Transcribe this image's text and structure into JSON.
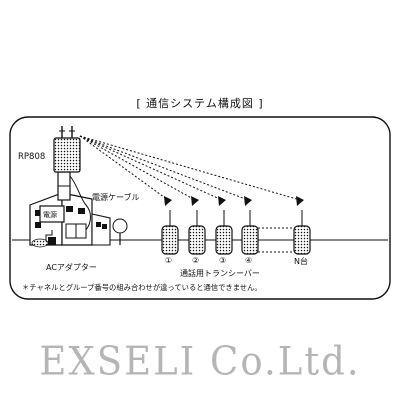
{
  "diagram": {
    "title": "[ 通信システム構成図 ]",
    "repeater_label": "RP808",
    "cable_label": "電源ケーブル",
    "adapter_label": "ACアダプター",
    "box_text": "電源",
    "channel_numbers": [
      "①",
      "②",
      "③",
      "④"
    ],
    "n_units_label": "N台",
    "transceiver_label": "通話用トランシーバー",
    "footnote": "＊チャネルとグループ番号の組み合わせが違っていると通信できません。"
  },
  "brand": "EXSELI Co.Ltd."
}
